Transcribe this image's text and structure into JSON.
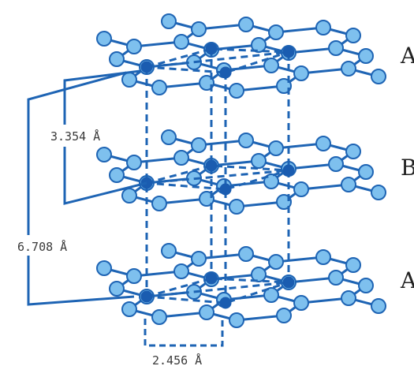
{
  "labels": {
    "layer_top": "A",
    "layer_middle": "B",
    "layer_bottom": "A",
    "interlayer_spacing": "3.354 Å",
    "c_axis_spacing": "6.708 Å",
    "lattice_constant": "2.456 Å"
  },
  "colors": {
    "bond": "#1e64b4",
    "atom_fill": "#7ec0ee",
    "atom_stroke": "#1e64b4",
    "unit_cell_atom": "#1a5cb0",
    "dimension_line": "#1e64b4"
  }
}
